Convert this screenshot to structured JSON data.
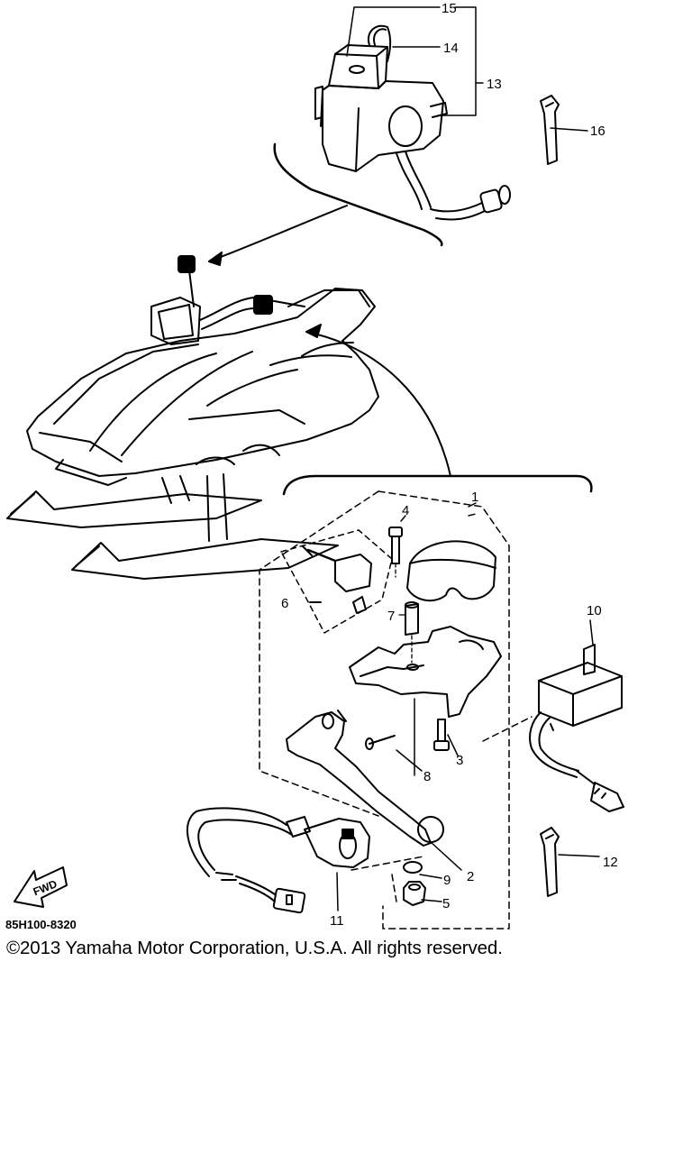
{
  "diagram": {
    "part_code": "85H100-8320",
    "fwd_label": "FWD",
    "callouts": [
      "1",
      "2",
      "3",
      "4",
      "5",
      "6",
      "7",
      "8",
      "9",
      "10",
      "11",
      "12",
      "13",
      "14",
      "15",
      "16"
    ]
  },
  "footer": {
    "copyright": "©2013 Yamaha Motor Corporation, U.S.A. All rights reserved."
  }
}
